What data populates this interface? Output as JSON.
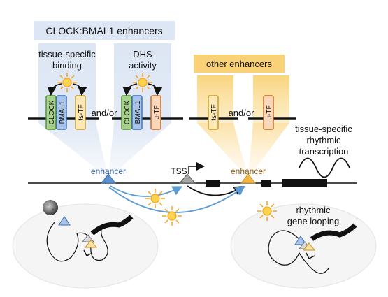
{
  "header": {
    "title": "CLOCK:BMAL1 enhancers"
  },
  "panels": {
    "tissue_binding": {
      "line1": "tissue-specific",
      "line2": "binding"
    },
    "dhs_activity": {
      "line1": "DHS",
      "line2": "activity"
    },
    "other_enhancers": {
      "title": "other enhancers"
    }
  },
  "factors": {
    "clock": "CLOCK",
    "bmal1": "BMAL1",
    "ts_tf": "ts-TF",
    "u_tf": "u-TF"
  },
  "connectors": {
    "and_or": "and/or"
  },
  "track": {
    "enhancer_left": "enhancer",
    "tss": "TSS",
    "enhancer_right": "enhancer"
  },
  "annotations": {
    "transcription": [
      "tissue-specific",
      "rhythmic",
      "transcription"
    ],
    "looping": [
      "rhythmic",
      "gene looping"
    ]
  },
  "colors": {
    "blue_panel": "#dde6f4",
    "orange_panel": "#f9d277",
    "clock_fill": "#a9d18e",
    "clock_stroke": "#4e8c2e",
    "bmal1_fill": "#a9c4ea",
    "bmal1_stroke": "#3a6db4",
    "tstf_fill": "#fde9b8",
    "tstf_stroke": "#c39a25",
    "utf_fill": "#fad7b8",
    "utf_stroke": "#c0692a",
    "enhancer_blue": "#5b8fd0",
    "enhancer_orange": "#f3b544",
    "tss_grey": "#a6a6a6",
    "arrow_blue": "#5b9bd5",
    "sun": "#f6a21c"
  }
}
